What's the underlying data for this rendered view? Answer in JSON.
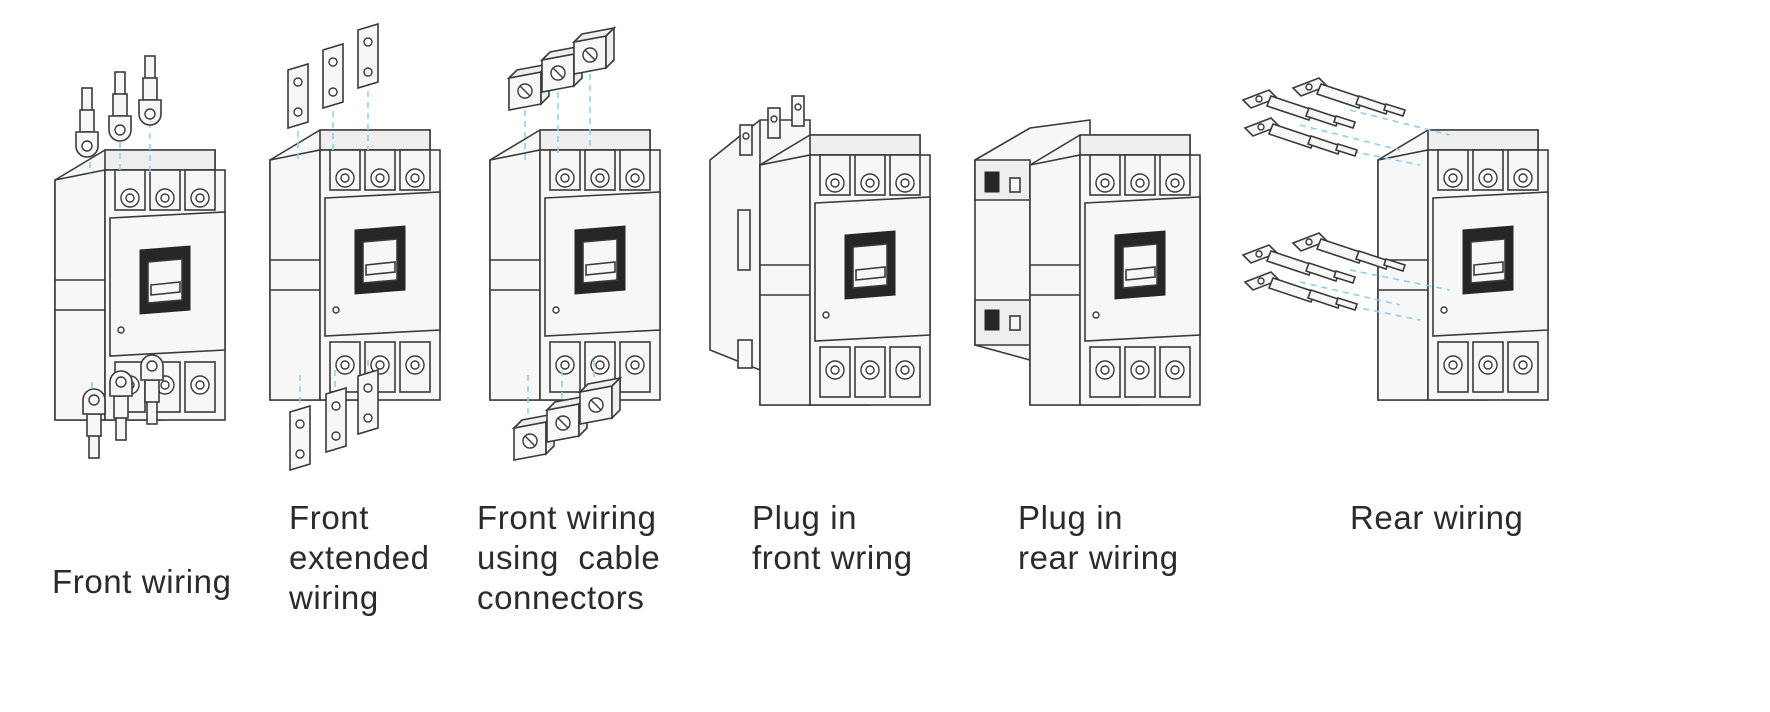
{
  "colors": {
    "outline": "#3a3a3a",
    "body": "#f7f7f7",
    "handle": "#262626",
    "guide": "#8fd1ec",
    "text": "#2b2b2b"
  },
  "captions": [
    {
      "id": "front-wiring",
      "lines": [
        "Front wiring"
      ]
    },
    {
      "id": "front-extended-wiring",
      "lines": [
        "Front",
        "extended",
        "wiring"
      ]
    },
    {
      "id": "front-wiring-cable-connectors",
      "lines": [
        "Front wiring",
        "using  cable",
        "connectors"
      ]
    },
    {
      "id": "plug-in-front-wiring",
      "lines": [
        "Plug in",
        "front wring"
      ]
    },
    {
      "id": "plug-in-rear-wiring",
      "lines": [
        "Plug in",
        "rear wiring"
      ]
    },
    {
      "id": "rear-wiring",
      "lines": [
        "Rear wiring"
      ]
    }
  ]
}
